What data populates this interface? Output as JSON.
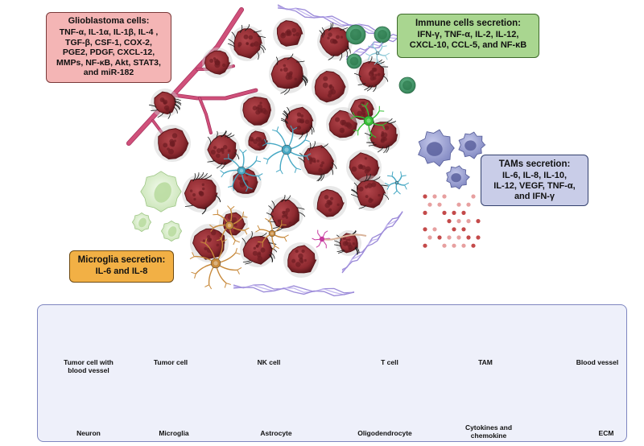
{
  "callouts": {
    "glioblastoma": {
      "title": "Glioblastoma cells:",
      "body": "TNF-α, IL-1α, IL-1β, IL-4 ,\nTGF-β, CSF-1, COX-2,\nPGE2, PDGF, CXCL-12,\nMMPs, NF-κB, Akt, STAT3,\nand miR-182",
      "bg": "#f4b5b5"
    },
    "immune": {
      "title": "Immune cells secretion:",
      "body": "IFN-γ, TNF-α, IL-2, IL-12,\nCXCL-10, CCL-5, and NF-κB",
      "bg": "#a9d690"
    },
    "tams": {
      "title": "TAMs secretion:",
      "body": "IL-6, IL-8, IL-10,\nIL-12, VEGF, TNF-α,\nand IFN-γ",
      "bg": "#c9cde8"
    },
    "microglia": {
      "title": "Microglia secretion:",
      "body": "IL-6 and IL-8",
      "bg": "#f2b045"
    }
  },
  "legend": {
    "items": [
      {
        "label": "Tumor cell with\nblood vessel",
        "icon": "tumor-cell-vessel-icon"
      },
      {
        "label": "Tumor cell",
        "icon": "tumor-cell-icon"
      },
      {
        "label": "NK  cell",
        "icon": "nk-cell-icon"
      },
      {
        "label": "T cell",
        "icon": "t-cell-icon"
      },
      {
        "label": "TAM",
        "icon": "tam-icon"
      },
      {
        "label": "Blood vessel",
        "icon": "blood-vessel-icon"
      },
      {
        "label": "Neuron",
        "icon": "neuron-icon"
      },
      {
        "label": "Microglia",
        "icon": "microglia-icon"
      },
      {
        "label": "Astrocyte",
        "icon": "astrocyte-icon"
      },
      {
        "label": "Oligodendrocyte",
        "icon": "oligodendrocyte-icon"
      },
      {
        "label": "Cytokines  and\nchemokine",
        "icon": "cytokines-icon"
      },
      {
        "label": "ECM",
        "icon": "ecm-icon"
      }
    ]
  },
  "colors": {
    "tumor": "#8e2a30",
    "tumor_dark": "#5a1519",
    "vessel": "#d0507a",
    "nk": "#d8ecc9",
    "tcell": "#3f9a6a",
    "tam": "#8f96cf",
    "astrocyte": "#46a8c4",
    "microglia": "#c88a3c",
    "oligodendrocyte": "#34c134",
    "neuron": "#c7389e",
    "cytokine": "#c44a4a",
    "ecm": "#9b8ad8"
  }
}
